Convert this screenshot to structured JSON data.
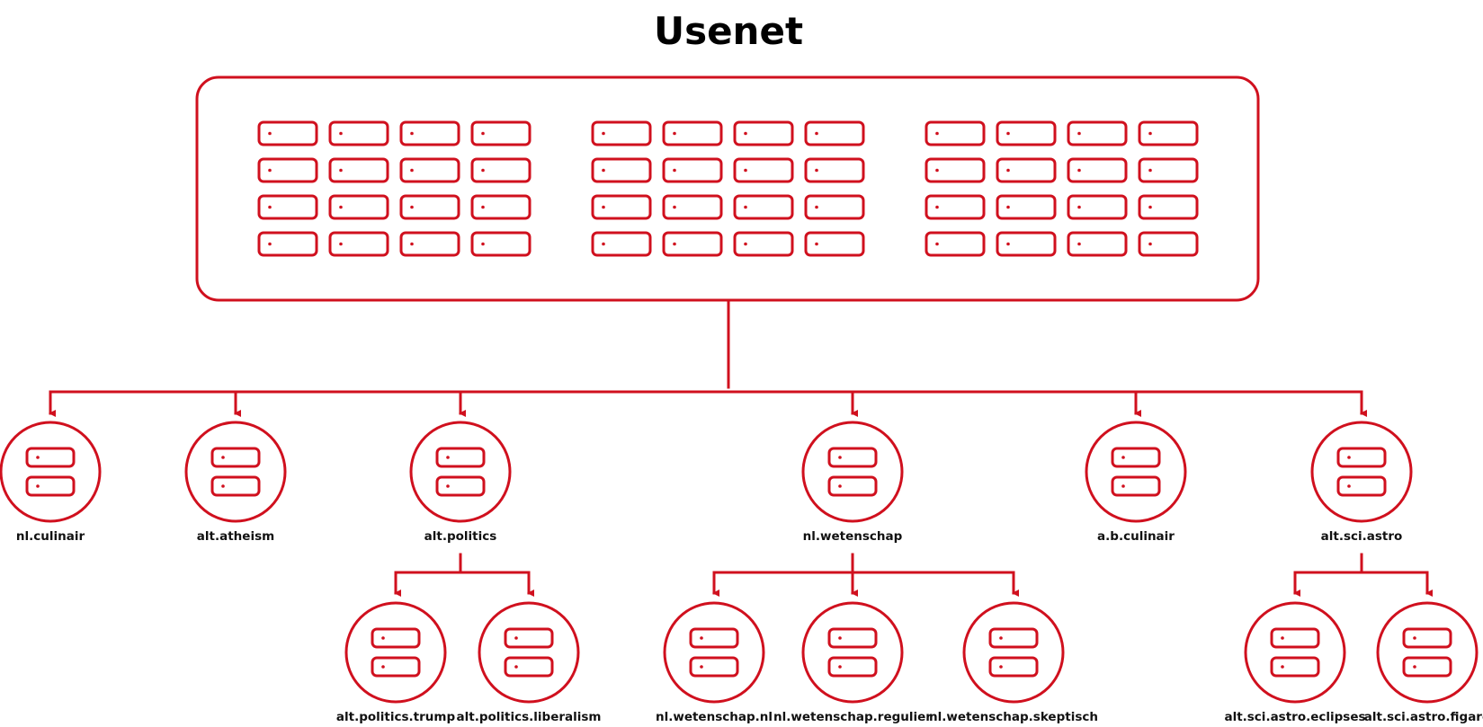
{
  "title": "Usenet",
  "colors": {
    "accent": "#d0101e",
    "text": "#111111",
    "background": "#ffffff"
  },
  "icons": {
    "server_node": "server-stack-icon",
    "server_slot": "server-slot-icon"
  },
  "groups": [
    {
      "id": "nl-culinair",
      "label": "nl.culinair",
      "children": []
    },
    {
      "id": "alt-atheism",
      "label": "alt.atheism",
      "children": []
    },
    {
      "id": "alt-politics",
      "label": "alt.politics",
      "children": [
        {
          "id": "alt-politics-trump",
          "label": "alt.politics.trump"
        },
        {
          "id": "alt-politics-liberalism",
          "label": "alt.politics.liberalism"
        }
      ]
    },
    {
      "id": "nl-wetenschap",
      "label": "nl.wetenschap",
      "children": [
        {
          "id": "nl-wetenschap-nl",
          "label": "nl.wetenschap.nl"
        },
        {
          "id": "nl-wetenschap-regulier",
          "label": "nl.wetenschap.regulier"
        },
        {
          "id": "nl-wetenschap-skeptisch",
          "label": "nl.wetenschap.skeptisch"
        }
      ]
    },
    {
      "id": "a-b-culinair",
      "label": "a.b.culinair",
      "children": []
    },
    {
      "id": "alt-sci-astro",
      "label": "alt.sci.astro",
      "children": [
        {
          "id": "alt-sci-astro-eclipses",
          "label": "alt.sci.astro.eclipses"
        },
        {
          "id": "alt-sci-astro-figaro",
          "label": "alt.sci.astro.figaro"
        }
      ]
    }
  ]
}
